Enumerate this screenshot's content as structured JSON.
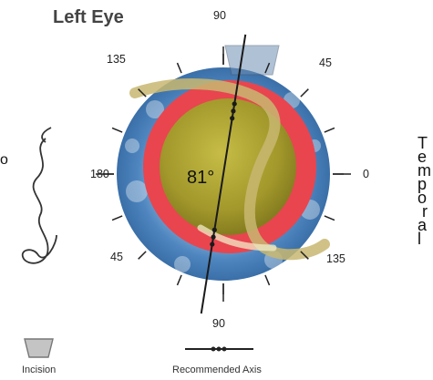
{
  "title": "Left Eye",
  "axis_labels": {
    "top": "90",
    "bottom": "90",
    "left": "180",
    "right": "0",
    "upper_left": "135",
    "upper_right": "45",
    "lower_left": "45",
    "lower_right": "135"
  },
  "center_value": "81°",
  "recommended_axis_deg": 81,
  "legend": {
    "incision_label": "Incision",
    "axis_label": "Recommended Axis"
  },
  "side_text": "T\ne\nm\np\no\n r\na\nl",
  "left_edge_text": "o",
  "colors": {
    "iris_blue": "#5f93c4",
    "cornea_red": "#e8454f",
    "lens_olive": "#a39b2c",
    "incision_gray": "#bdbdbd",
    "axis_line": "#1a1a1a"
  }
}
